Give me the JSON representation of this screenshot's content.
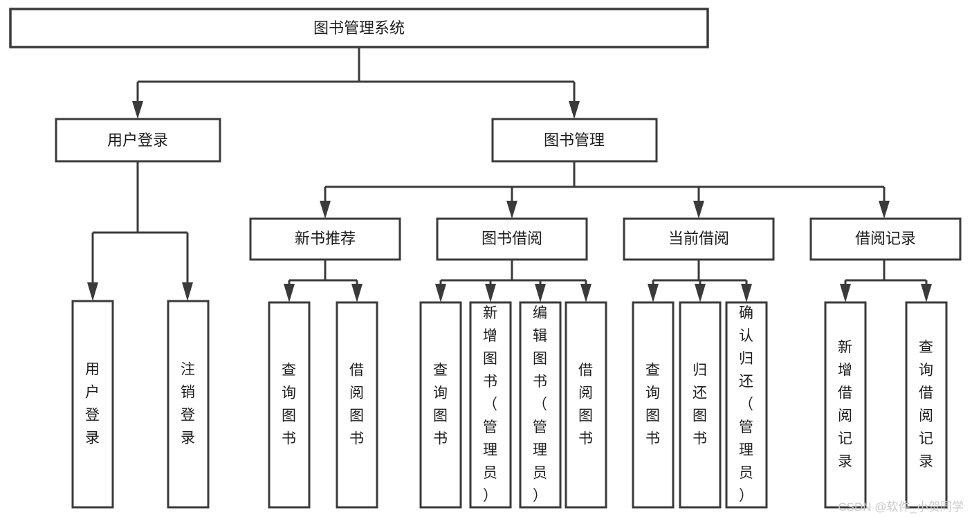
{
  "diagram": {
    "type": "tree",
    "title": "图书管理系统",
    "orientation": "top-down",
    "colors": {
      "box_stroke": "#3a3a3a",
      "box_fill": "#ffffff",
      "text": "#1d1d1d",
      "background": "#ffffff",
      "watermark": "#c9c9c9"
    },
    "root": {
      "label": "图书管理系统",
      "level": 0,
      "text_orientation": "horizontal"
    },
    "level1": [
      {
        "label": "用户登录",
        "text_orientation": "horizontal"
      },
      {
        "label": "图书管理",
        "text_orientation": "horizontal"
      }
    ],
    "level2": [
      {
        "label": "新书推荐",
        "parent": "图书管理",
        "text_orientation": "horizontal"
      },
      {
        "label": "图书借阅",
        "parent": "图书管理",
        "text_orientation": "horizontal"
      },
      {
        "label": "当前借阅",
        "parent": "图书管理",
        "text_orientation": "horizontal"
      },
      {
        "label": "借阅记录",
        "parent": "图书管理",
        "text_orientation": "horizontal"
      }
    ],
    "leaves": {
      "用户登录": [
        {
          "label": "用户登录",
          "text_orientation": "vertical"
        },
        {
          "label": "注销登录",
          "text_orientation": "vertical"
        }
      ],
      "新书推荐": [
        {
          "label": "查询图书",
          "text_orientation": "vertical"
        },
        {
          "label": "借阅图书",
          "text_orientation": "vertical"
        }
      ],
      "图书借阅": [
        {
          "label": "查询图书",
          "text_orientation": "vertical"
        },
        {
          "label": "新增图书（管理员）",
          "text_orientation": "vertical"
        },
        {
          "label": "编辑图书（管理员）",
          "text_orientation": "vertical"
        },
        {
          "label": "借阅图书",
          "text_orientation": "vertical"
        }
      ],
      "当前借阅": [
        {
          "label": "查询图书",
          "text_orientation": "vertical"
        },
        {
          "label": "归还图书",
          "text_orientation": "vertical"
        },
        {
          "label": "确认归还（管理员）",
          "text_orientation": "vertical"
        }
      ],
      "借阅记录": [
        {
          "label": "新增借阅记录",
          "text_orientation": "vertical"
        },
        {
          "label": "查询借阅记录",
          "text_orientation": "vertical"
        }
      ]
    },
    "node_labels_flat": [
      "图书管理系统",
      "用户登录",
      "图书管理",
      "新书推荐",
      "图书借阅",
      "当前借阅",
      "借阅记录",
      "用户登录",
      "注销登录",
      "查询图书",
      "借阅图书",
      "查询图书",
      "新增图书（管理员）",
      "编辑图书（管理员）",
      "借阅图书",
      "查询图书",
      "归还图书",
      "确认归还（管理员）",
      "新增借阅记录",
      "查询借阅记录"
    ]
  },
  "watermark": {
    "text": "CSDN @软件_小贺同学"
  }
}
